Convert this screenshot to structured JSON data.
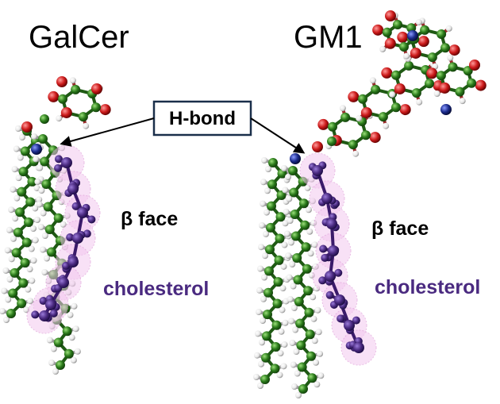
{
  "panels": [
    {
      "title": "GalCer",
      "face_label": "β face",
      "chol_label": "cholesterol"
    },
    {
      "title": "GM1",
      "face_label": "β face",
      "chol_label": "cholesterol"
    }
  ],
  "hbond_label": "H-bond",
  "colors": {
    "carbon": "#2a7a1a",
    "oxygen": "#cc1a1a",
    "nitrogen": "#1a2a8a",
    "hydrogen": "#e8e8e8",
    "cholesterol": "#4a2a80",
    "cholesterol_halo": "#d88ad0",
    "label_purple": "#4a2a80",
    "box_border": "#1a2f4a"
  }
}
